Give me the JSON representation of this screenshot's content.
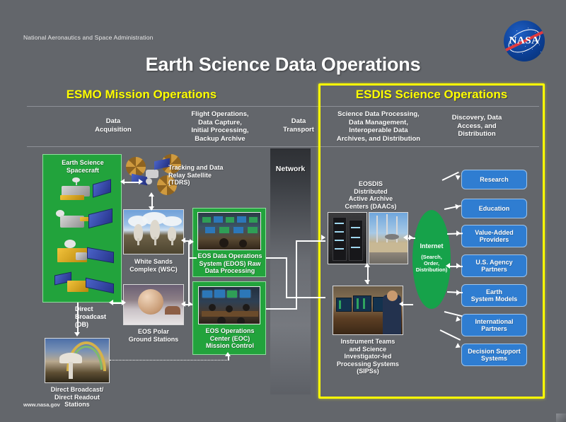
{
  "header": {
    "agency": "National Aeronautics and Space Administration",
    "logo_wordmark": "NASA",
    "title": "Earth Science Data Operations"
  },
  "bands": {
    "left": "ESMO Mission Operations",
    "right": "ESDIS Science Operations"
  },
  "column_headers": [
    {
      "id": "acquisition",
      "text": "Data\nAcquisition"
    },
    {
      "id": "flight",
      "text": "Flight Operations,\nData Capture,\nInitial Processing,\nBackup Archive"
    },
    {
      "id": "transport",
      "text": "Data\nTransport"
    },
    {
      "id": "science",
      "text": "Science Data Processing,\nData Management,\nInteroperable Data\nArchives, and Distribution"
    },
    {
      "id": "discovery",
      "text": "Discovery, Data\nAccess, and\nDistribution"
    }
  ],
  "nodes": {
    "spacecraft": "Earth Science\nSpacecraft",
    "tdrs": "Tracking and Data\nRelay Satellite\n(TDRS)",
    "wsc": "White Sands\nComplex (WSC)",
    "polar": "EOS Polar\nGround Stations",
    "direct_broadcast_arrow": "Direct\nBroadcast\n(DB)",
    "db_stations": "Direct Broadcast/\nDirect Readout\nStations",
    "edos": "EOS Data Operations\nSystem (EDOS) Raw\nData Processing",
    "eoc": "EOS Operations\nCenter (EOC)\nMission Control",
    "network": "Network",
    "daacs": "EOSDIS\nDistributed\nActive Archive\nCenters (DAACs)",
    "sips": "Instrument Teams\nand Science\nInvestigator-led\nProcessing Systems\n(SIPSs)",
    "internet_title": "Internet",
    "internet_sub": "(Search,\nOrder,\nDistribution)"
  },
  "consumers": [
    {
      "label": "Research"
    },
    {
      "label": "Education"
    },
    {
      "label": "Value-Added\nProviders"
    },
    {
      "label": "U.S. Agency\nPartners"
    },
    {
      "label": "Earth\nSystem Models"
    },
    {
      "label": "International\nPartners"
    },
    {
      "label": "Decision Support\nSystems"
    }
  ],
  "footer": {
    "url": "www.nasa.gov"
  },
  "colors": {
    "background": "#63666b",
    "band_yellow": "#ffff00",
    "green_panel": "#22a33c",
    "internet_green": "#16a24a",
    "consumer_blue": "#2f7dd1",
    "nasa_blue": "#0b3d91",
    "nasa_red": "#e03a3e"
  }
}
